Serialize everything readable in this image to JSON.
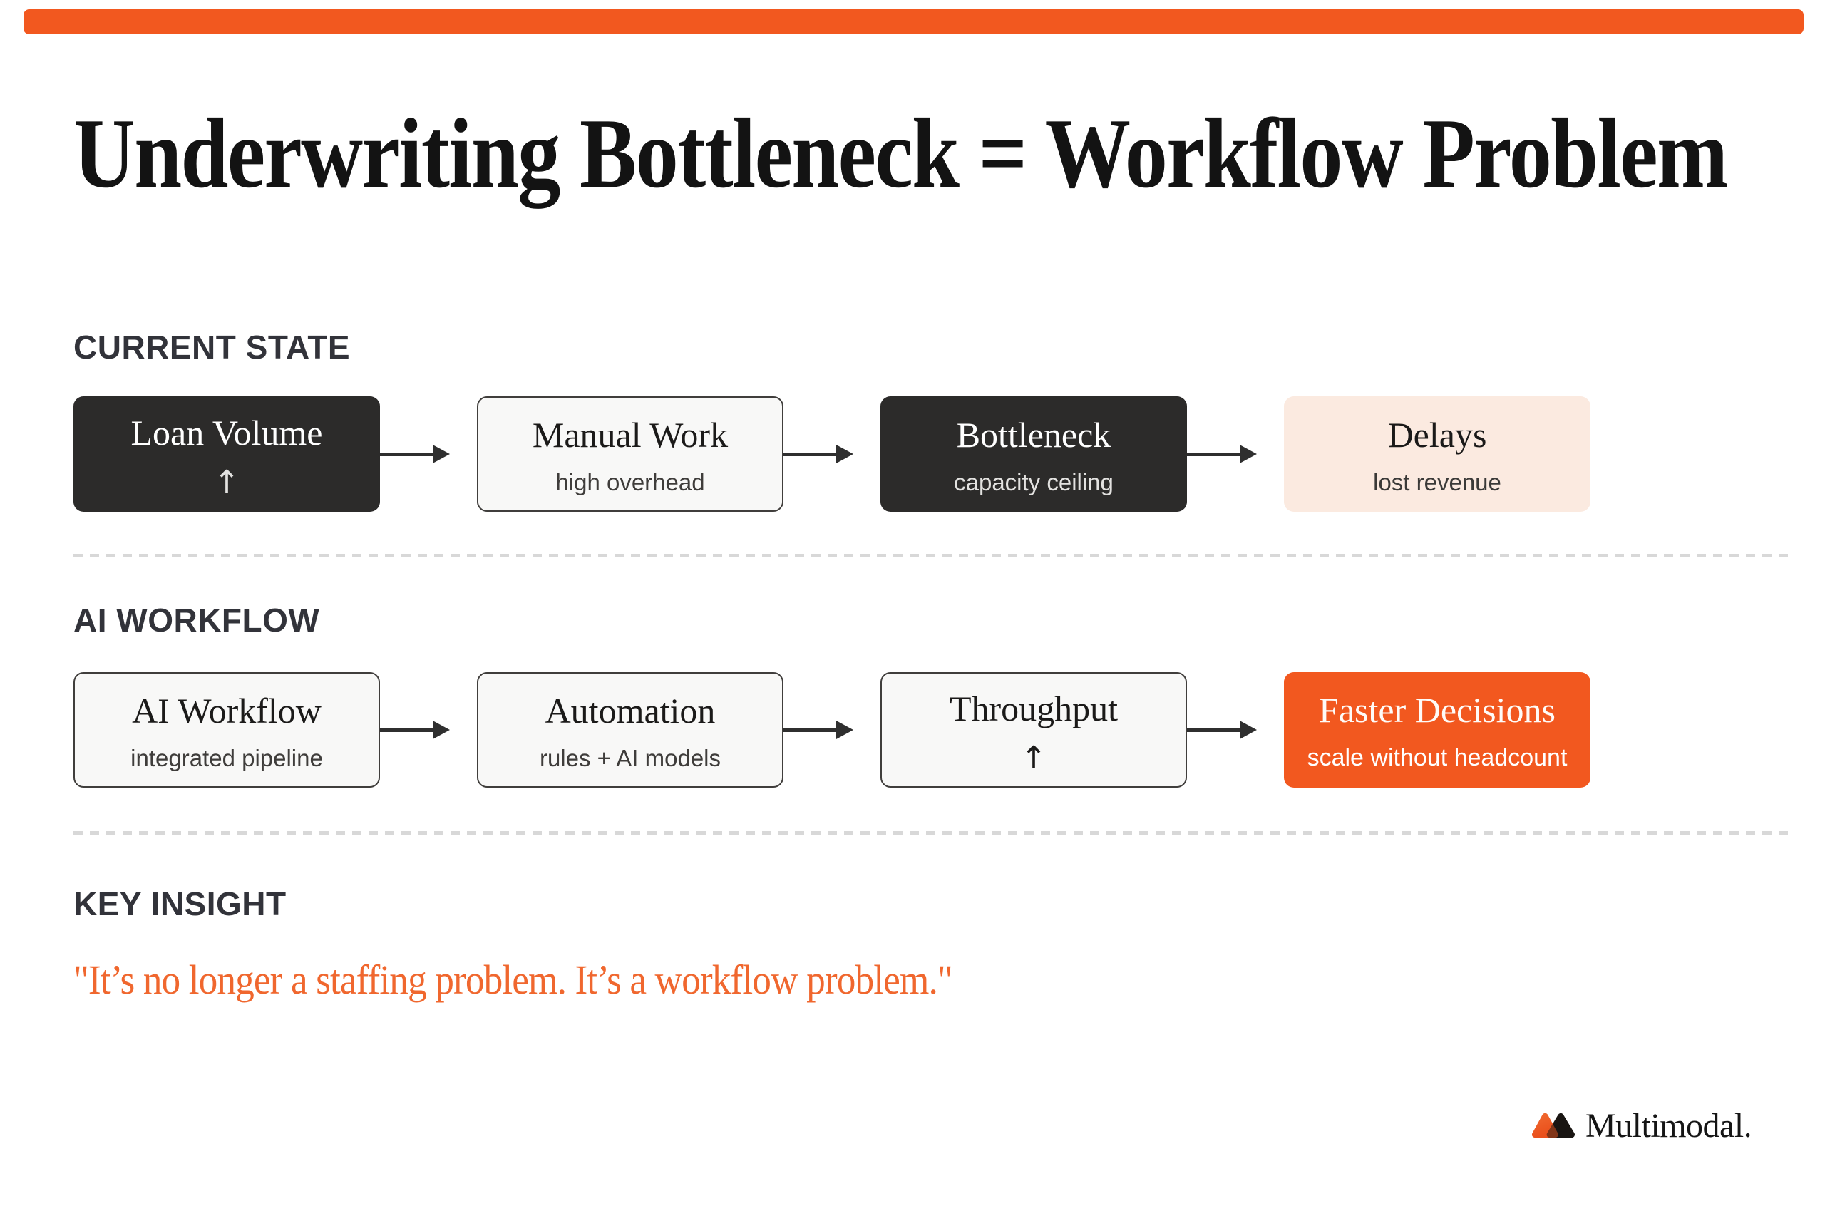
{
  "title": "Underwriting Bottleneck = Workflow Problem",
  "sections": {
    "current_state": {
      "label": "CURRENT STATE",
      "boxes": [
        {
          "title": "Loan Volume",
          "subtitle": "↑",
          "style": "dark"
        },
        {
          "title": "Manual Work",
          "subtitle": "high overhead",
          "style": "light"
        },
        {
          "title": "Bottleneck",
          "subtitle": "capacity ceiling",
          "style": "dark"
        },
        {
          "title": "Delays",
          "subtitle": "lost revenue",
          "style": "peach"
        }
      ]
    },
    "ai_workflow": {
      "label": "AI WORKFLOW",
      "boxes": [
        {
          "title": "AI Workflow",
          "subtitle": "integrated pipeline",
          "style": "light"
        },
        {
          "title": "Automation",
          "subtitle": "rules + AI models",
          "style": "light"
        },
        {
          "title": "Throughput",
          "subtitle": "↑",
          "style": "light"
        },
        {
          "title": "Faster Decisions",
          "subtitle": "scale without headcount",
          "style": "orange"
        }
      ]
    },
    "key_insight": {
      "label": "KEY INSIGHT",
      "quote": "\"It’s no longer a staffing problem. It’s a workflow problem.\""
    }
  },
  "footer": {
    "brand": "Multimodal."
  },
  "colors": {
    "accent_orange": "#F2581F",
    "dark_box": "#2C2B2A",
    "light_box": "#F8F8F7",
    "peach_box": "#FBEAE0",
    "quote_text": "#F0672E",
    "divider": "#D8D8D8",
    "arrow": "#2F2F2F"
  }
}
